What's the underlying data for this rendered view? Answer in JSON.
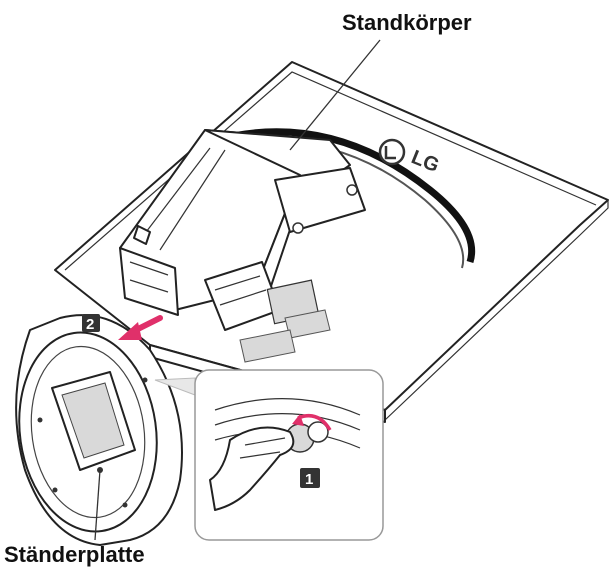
{
  "labels": {
    "stand_body": "Standkörper",
    "stand_base": "Ständerplatte"
  },
  "steps": {
    "step1": "1",
    "step2": "2"
  },
  "brand": {
    "logo_text": "LG"
  },
  "colors": {
    "arrow": "#e0306a",
    "outline": "#222222",
    "badge": "#333333"
  }
}
